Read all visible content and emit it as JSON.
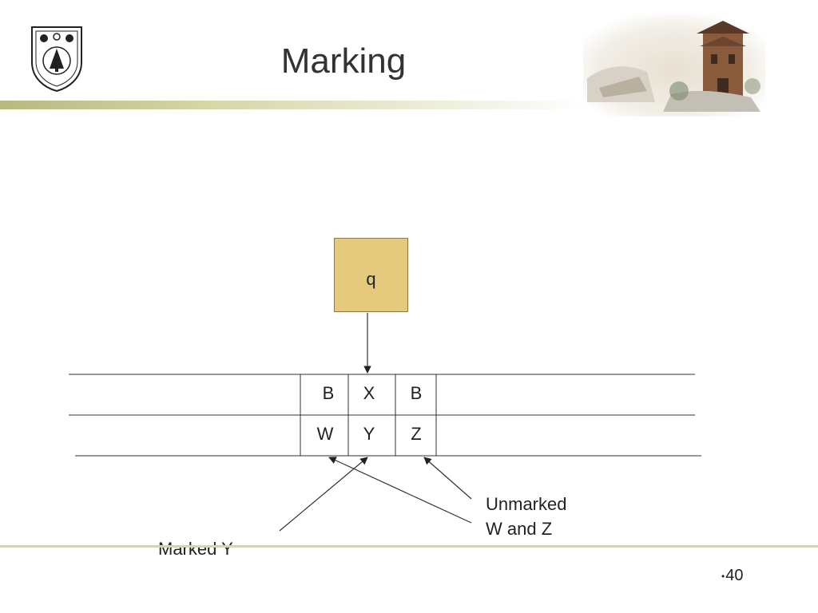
{
  "header": {
    "title": "Marking",
    "logo_icon": "university-seal-icon",
    "photo_icon": "campus-tower-photo"
  },
  "diagram": {
    "state": "q",
    "tape_top": [
      "B",
      "X",
      "B"
    ],
    "tape_bottom": [
      "W",
      "Y",
      "Z"
    ],
    "label_marked": "Marked Y",
    "label_unmarked_line1": "Unmarked",
    "label_unmarked_line2": "W and Z"
  },
  "footer": {
    "bullet": "•",
    "page_number": "40"
  },
  "colors": {
    "state_fill": "#e5ca7e",
    "rule": "#d6d6a2",
    "line": "#333333"
  }
}
